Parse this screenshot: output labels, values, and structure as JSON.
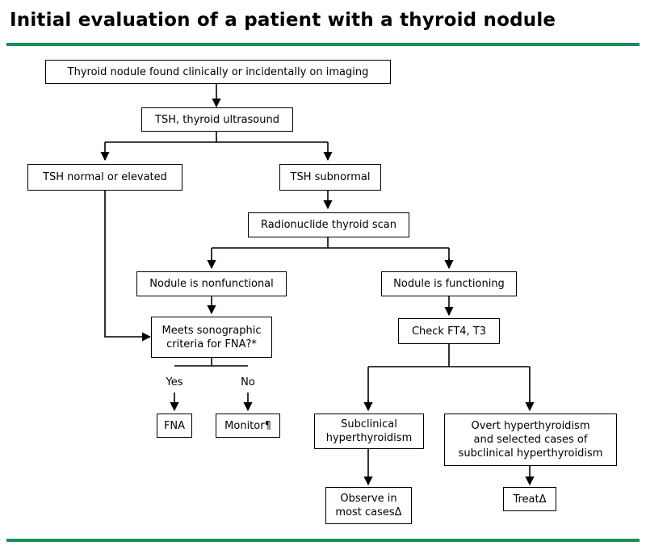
{
  "title": "Initial evaluation of a patient with a thyroid nodule",
  "colors": {
    "accent": "#1e8c5a"
  },
  "nodes": {
    "found": "Thyroid nodule found clinically or incidentally on imaging",
    "tsh_us": "TSH, thyroid ultrasound",
    "tsh_normal": "TSH normal or elevated",
    "tsh_subnormal": "TSH subnormal",
    "scan": "Radionuclide thyroid scan",
    "nonfunctional": "Nodule is nonfunctional",
    "functioning": "Nodule is functioning",
    "criteria": "Meets sonographic\ncriteria for FNA?*",
    "check": "Check FT4, T3",
    "fna": "FNA",
    "monitor": "Monitor¶",
    "subclinical": "Subclinical\nhyperthyroidism",
    "overt": "Overt hyperthyroidism\nand selected cases of\nsubclinical hyperthyroidism",
    "observe": "Observe in\nmost casesΔ",
    "treat": "TreatΔ"
  },
  "labels": {
    "yes": "Yes",
    "no": "No"
  }
}
